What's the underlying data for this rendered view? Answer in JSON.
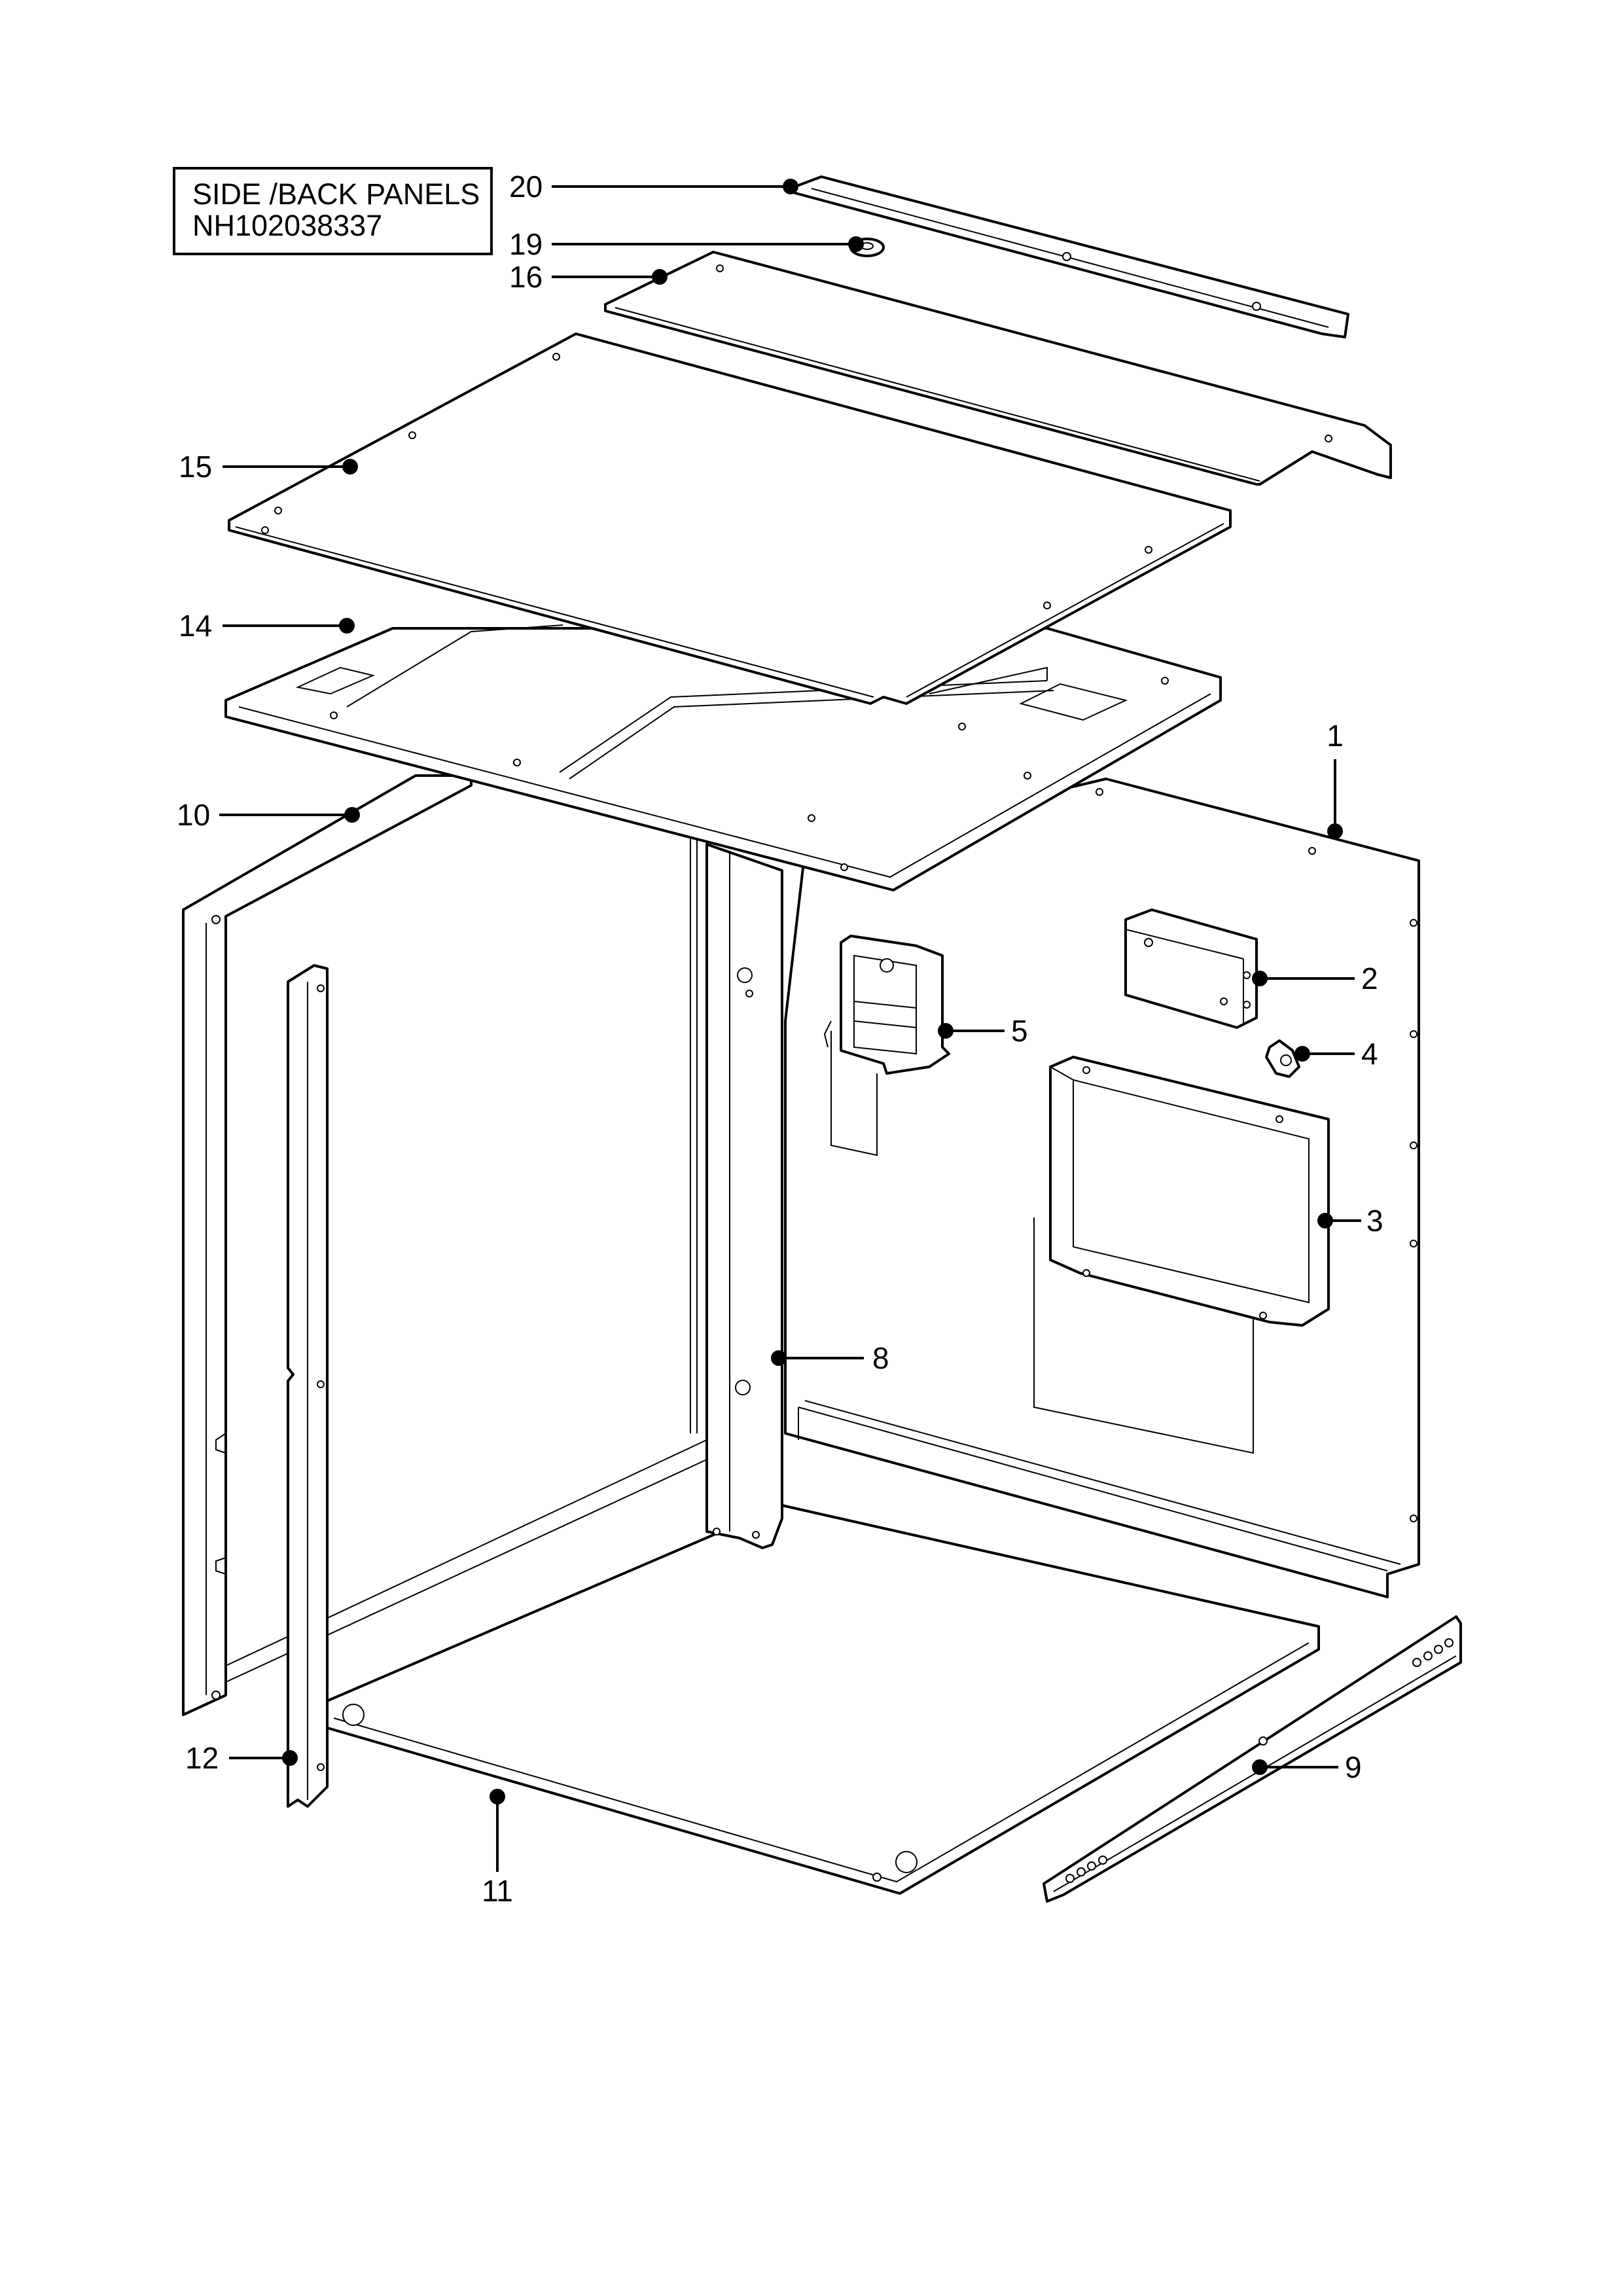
{
  "title_block": {
    "title": "SIDE /BACK PANELS",
    "part_number": "NH102038337"
  },
  "callouts": [
    {
      "id": "c1",
      "label": "1"
    },
    {
      "id": "c2",
      "label": "2"
    },
    {
      "id": "c3",
      "label": "3"
    },
    {
      "id": "c4",
      "label": "4"
    },
    {
      "id": "c5",
      "label": "5"
    },
    {
      "id": "c8",
      "label": "8"
    },
    {
      "id": "c9",
      "label": "9"
    },
    {
      "id": "c10",
      "label": "10"
    },
    {
      "id": "c11",
      "label": "11"
    },
    {
      "id": "c12",
      "label": "12"
    },
    {
      "id": "c14",
      "label": "14"
    },
    {
      "id": "c15",
      "label": "15"
    },
    {
      "id": "c16",
      "label": "16"
    },
    {
      "id": "c19",
      "label": "19"
    },
    {
      "id": "c20",
      "label": "20"
    }
  ]
}
